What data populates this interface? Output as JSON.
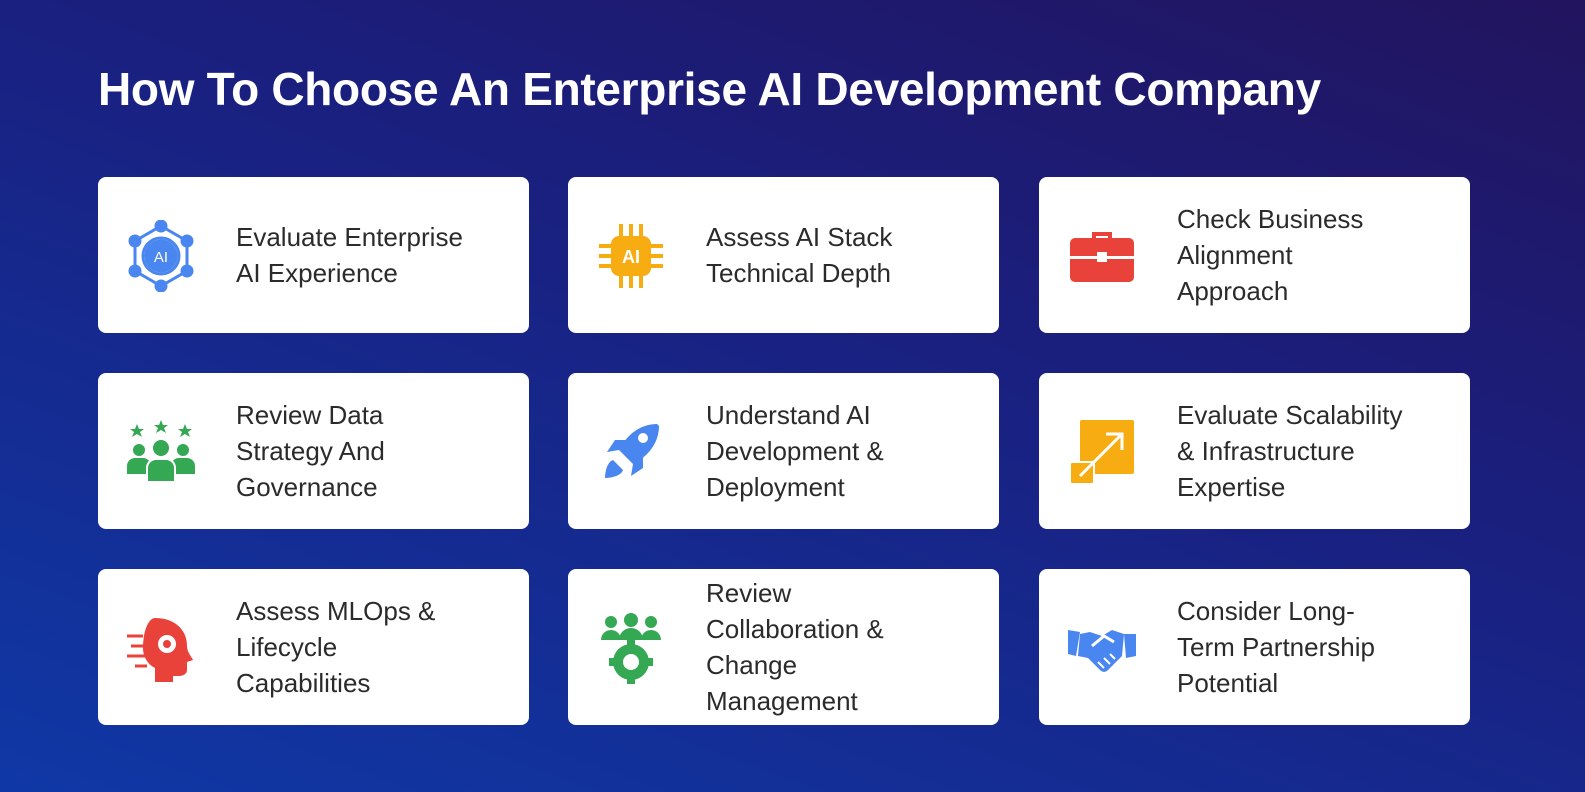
{
  "title": "How To Choose An Enterprise AI Development Company",
  "cards": [
    {
      "label": "Evaluate Enterprise\nAI Experience",
      "icon": "ai-network-icon",
      "color": "#4a86ef"
    },
    {
      "label": "Assess AI Stack\nTechnical Depth",
      "icon": "ai-chip-icon",
      "color": "#f7ac12"
    },
    {
      "label": "Check Business\nAlignment\nApproach",
      "icon": "briefcase-icon",
      "color": "#e8423a"
    },
    {
      "label": "Review Data\nStrategy And\nGovernance",
      "icon": "team-stars-icon",
      "color": "#34a853"
    },
    {
      "label": "Understand AI\nDevelopment &\nDeployment",
      "icon": "rocket-icon",
      "color": "#4a86ef"
    },
    {
      "label": "Evaluate Scalability\n& Infrastructure\nExpertise",
      "icon": "scale-up-icon",
      "color": "#f7ac12"
    },
    {
      "label": "Assess MLOps &\nLifecycle\nCapabilities",
      "icon": "ai-head-gear-icon",
      "color": "#e8423a"
    },
    {
      "label": "Review\nCollaboration &\nChange\nManagement",
      "icon": "team-gear-icon",
      "color": "#34a853"
    },
    {
      "label": "Consider Long-\nTerm Partnership\nPotential",
      "icon": "handshake-icon",
      "color": "#4a86ef"
    }
  ],
  "ai_text": "AI"
}
